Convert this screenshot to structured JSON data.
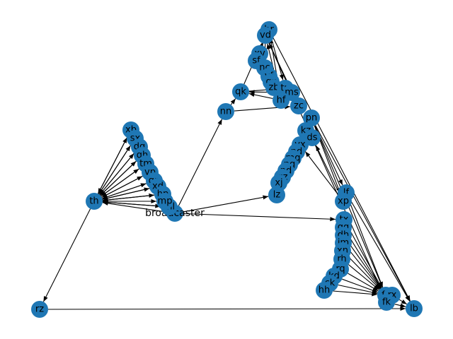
{
  "graph": {
    "node_color": "#1f77b4",
    "edge_color": "#000000",
    "nodes": [
      {
        "id": "th",
        "label": "th"
      },
      {
        "id": "rz",
        "label": "rz"
      },
      {
        "id": "broadcaster",
        "label": "broadcaster"
      },
      {
        "id": "ml",
        "label": "ml"
      },
      {
        "id": "xb",
        "label": "xb"
      },
      {
        "id": "sx",
        "label": "sx"
      },
      {
        "id": "dg",
        "label": "dg"
      },
      {
        "id": "qh",
        "label": "qh"
      },
      {
        "id": "tm",
        "label": "tm"
      },
      {
        "id": "vp",
        "label": "vp"
      },
      {
        "id": "gp",
        "label": "gp"
      },
      {
        "id": "xd",
        "label": "xd"
      },
      {
        "id": "hp",
        "label": "hp"
      },
      {
        "id": "mp",
        "label": "mp"
      },
      {
        "id": "nn",
        "label": "nn"
      },
      {
        "id": "qk",
        "label": "qk"
      },
      {
        "id": "br",
        "label": "br"
      },
      {
        "id": "vd",
        "label": "vd"
      },
      {
        "id": "xv",
        "label": "xv"
      },
      {
        "id": "sf",
        "label": "sf"
      },
      {
        "id": "nc",
        "label": "nc"
      },
      {
        "id": "vf",
        "label": "vf"
      },
      {
        "id": "gz",
        "label": "gz"
      },
      {
        "id": "zb",
        "label": "zb"
      },
      {
        "id": "tp",
        "label": "tp"
      },
      {
        "id": "ms",
        "label": "ms"
      },
      {
        "id": "hf",
        "label": "hf"
      },
      {
        "id": "zc",
        "label": "zc"
      },
      {
        "id": "pn",
        "label": "pn"
      },
      {
        "id": "kz",
        "label": "kz"
      },
      {
        "id": "ds",
        "label": "ds"
      },
      {
        "id": "vx",
        "label": "vx"
      },
      {
        "id": "nd",
        "label": "nd"
      },
      {
        "id": "mq",
        "label": "mq"
      },
      {
        "id": "ng",
        "label": "ng"
      },
      {
        "id": "pd",
        "label": "pd"
      },
      {
        "id": "qz",
        "label": "qz"
      },
      {
        "id": "xj",
        "label": "xj"
      },
      {
        "id": "lz",
        "label": "lz"
      },
      {
        "id": "lf",
        "label": "lf"
      },
      {
        "id": "xp",
        "label": "xp"
      },
      {
        "id": "tx",
        "label": "tx"
      },
      {
        "id": "qq",
        "label": "qq"
      },
      {
        "id": "dh",
        "label": "dh"
      },
      {
        "id": "jm",
        "label": "jm"
      },
      {
        "id": "xn",
        "label": "xn"
      },
      {
        "id": "rh",
        "label": "rh"
      },
      {
        "id": "rq",
        "label": "rq"
      },
      {
        "id": "kd",
        "label": "kd"
      },
      {
        "id": "ck",
        "label": "ck"
      },
      {
        "id": "hh",
        "label": "hh"
      },
      {
        "id": "fz",
        "label": "fz"
      },
      {
        "id": "rx",
        "label": "rx"
      },
      {
        "id": "fk",
        "label": "fk"
      },
      {
        "id": "lb",
        "label": "lb"
      }
    ],
    "edges": [
      [
        "broadcaster",
        "nn"
      ],
      [
        "broadcaster",
        "th"
      ],
      [
        "broadcaster",
        "lz"
      ],
      [
        "broadcaster",
        "tx"
      ],
      [
        "th",
        "rz"
      ],
      [
        "th",
        "ml"
      ],
      [
        "rz",
        "lb"
      ],
      [
        "th",
        "xb"
      ],
      [
        "th",
        "sx"
      ],
      [
        "th",
        "dg"
      ],
      [
        "th",
        "qh"
      ],
      [
        "th",
        "tm"
      ],
      [
        "th",
        "vp"
      ],
      [
        "th",
        "gp"
      ],
      [
        "th",
        "xd"
      ],
      [
        "th",
        "hp"
      ],
      [
        "th",
        "mp"
      ],
      [
        "xb",
        "th"
      ],
      [
        "sx",
        "th"
      ],
      [
        "dg",
        "th"
      ],
      [
        "qh",
        "th"
      ],
      [
        "tm",
        "th"
      ],
      [
        "vp",
        "th"
      ],
      [
        "gp",
        "th"
      ],
      [
        "xd",
        "th"
      ],
      [
        "hp",
        "th"
      ],
      [
        "mp",
        "th"
      ],
      [
        "ml",
        "th"
      ],
      [
        "nn",
        "qk"
      ],
      [
        "nn",
        "zc"
      ],
      [
        "qk",
        "vd"
      ],
      [
        "qk",
        "tp"
      ],
      [
        "hf",
        "qk"
      ],
      [
        "ms",
        "qk"
      ],
      [
        "sf",
        "vd"
      ],
      [
        "xv",
        "vd"
      ],
      [
        "br",
        "tp"
      ],
      [
        "vd",
        "nc"
      ],
      [
        "nc",
        "vf"
      ],
      [
        "vf",
        "gz"
      ],
      [
        "gz",
        "zb"
      ],
      [
        "zb",
        "tp"
      ],
      [
        "tp",
        "ms"
      ],
      [
        "ms",
        "hf"
      ],
      [
        "hf",
        "vd"
      ],
      [
        "zc",
        "vd"
      ],
      [
        "br",
        "lb"
      ],
      [
        "vd",
        "fk"
      ],
      [
        "hf",
        "br"
      ],
      [
        "pn",
        "kz"
      ],
      [
        "pn",
        "ds"
      ],
      [
        "pn",
        "lf"
      ],
      [
        "pn",
        "xp"
      ],
      [
        "pn",
        "fz"
      ],
      [
        "pn",
        "lb"
      ],
      [
        "kz",
        "vx"
      ],
      [
        "vx",
        "nd"
      ],
      [
        "nd",
        "mq"
      ],
      [
        "mq",
        "ng"
      ],
      [
        "ng",
        "pd"
      ],
      [
        "pd",
        "qz"
      ],
      [
        "qz",
        "xj"
      ],
      [
        "xj",
        "lz"
      ],
      [
        "lz",
        "pn"
      ],
      [
        "xp",
        "vx"
      ],
      [
        "xp",
        "ds"
      ],
      [
        "lf",
        "xp"
      ],
      [
        "lf",
        "lb"
      ],
      [
        "lf",
        "fz"
      ],
      [
        "tx",
        "qq"
      ],
      [
        "qq",
        "dh"
      ],
      [
        "dh",
        "jm"
      ],
      [
        "jm",
        "xn"
      ],
      [
        "xn",
        "rh"
      ],
      [
        "rh",
        "rq"
      ],
      [
        "rq",
        "kd"
      ],
      [
        "kd",
        "ck"
      ],
      [
        "ck",
        "hh"
      ],
      [
        "tx",
        "fz"
      ],
      [
        "qq",
        "fz"
      ],
      [
        "dh",
        "fz"
      ],
      [
        "jm",
        "fz"
      ],
      [
        "xn",
        "fz"
      ],
      [
        "rh",
        "fz"
      ],
      [
        "rq",
        "fz"
      ],
      [
        "kd",
        "fz"
      ],
      [
        "ck",
        "fz"
      ],
      [
        "hh",
        "fz"
      ],
      [
        "fz",
        "rx"
      ],
      [
        "rx",
        "fk"
      ],
      [
        "fk",
        "lb"
      ],
      [
        "rx",
        "lb"
      ],
      [
        "fz",
        "fk"
      ]
    ]
  }
}
